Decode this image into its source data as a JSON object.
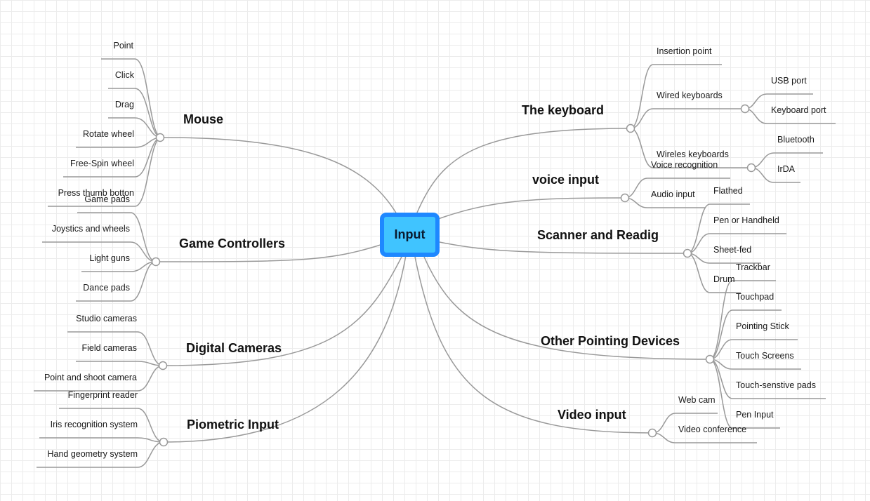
{
  "center": "Input",
  "branches": {
    "mouse": {
      "label": "Mouse",
      "items": [
        "Point",
        "Click",
        "Drag",
        "Rotate wheel",
        "Free-Spin wheel",
        "Press thumb botton"
      ]
    },
    "game": {
      "label": "Game Controllers",
      "items": [
        "Game pads",
        "Joystics and wheels",
        "Light guns",
        "Dance pads"
      ]
    },
    "cameras": {
      "label": "Digital Cameras",
      "items": [
        "Studio cameras",
        "Field cameras",
        "Point and shoot camera"
      ]
    },
    "biometric": {
      "label": "Piometric Input",
      "items": [
        "Fingerprint reader",
        "Iris recognition system",
        "Hand geometry system"
      ]
    },
    "keyboard": {
      "label": "The keyboard",
      "items": [
        "Insertion point",
        "Wired keyboards",
        "Wireles keyboards"
      ],
      "wired": [
        "USB port",
        "Keyboard port"
      ],
      "wireless": [
        "Bluetooth",
        "IrDA"
      ]
    },
    "voice": {
      "label": "voice input",
      "items": [
        "Voice recognition",
        "Audio input"
      ]
    },
    "scanner": {
      "label": "Scanner and Readig",
      "items": [
        "Flathed",
        "Pen or Handheld",
        "Sheet-fed",
        "Drum"
      ]
    },
    "pointing": {
      "label": "Other Pointing Devices",
      "items": [
        "Trackbar",
        "Touchpad",
        "Pointing Stick",
        "Touch Screens",
        "Touch-senstive pads",
        "Pen Input"
      ]
    },
    "video": {
      "label": "Video input",
      "items": [
        "Web cam",
        "Video conference"
      ]
    }
  },
  "colors": {
    "center_fill": "#40c4ff",
    "center_border": "#1e88ff",
    "connector": "#999999",
    "grid": "#ececec"
  }
}
